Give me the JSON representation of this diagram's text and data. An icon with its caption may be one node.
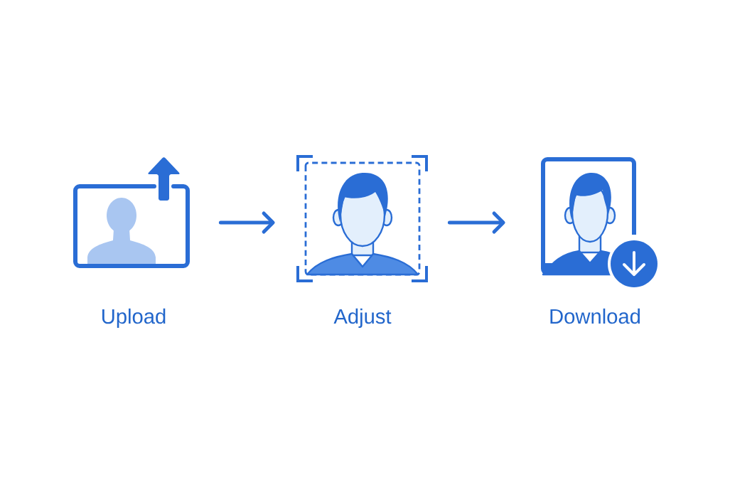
{
  "diagram": {
    "nodes": [
      {
        "text": [],
        "shape": "picture",
        "beside": [
          "Upload"
        ]
      },
      {
        "text": [],
        "shape": "picture",
        "beside": [
          "Adjust"
        ]
      },
      {
        "text": [],
        "shape": "picture",
        "beside": [
          "Download"
        ]
      }
    ],
    "edges": [
      {
        "from": 0,
        "to": 1,
        "arrow": "to"
      },
      {
        "from": 1,
        "to": 2,
        "arrow": "to"
      }
    ]
  }
}
